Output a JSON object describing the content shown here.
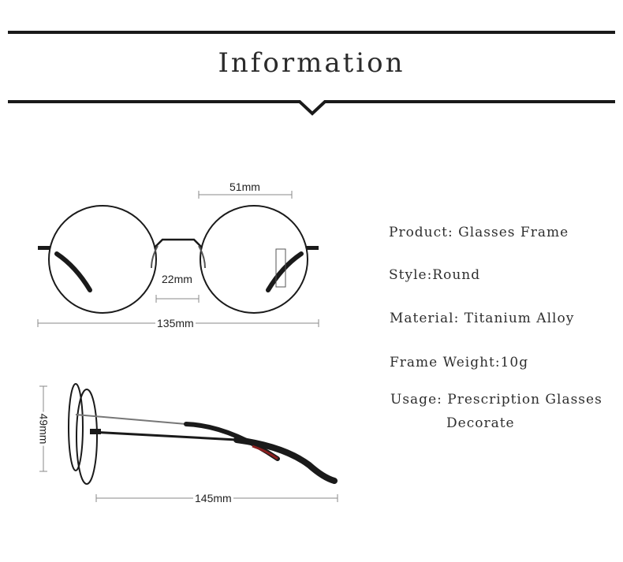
{
  "header": {
    "title": "Information"
  },
  "dimensions": {
    "lens_width": "51mm",
    "bridge": "22mm",
    "frame_width": "135mm",
    "lens_height": "49mm",
    "temple_length": "145mm"
  },
  "specs": {
    "product": "Product: Glasses Frame",
    "style": "Style:Round",
    "material": "Material: Titanium Alloy",
    "weight": "Frame Weight:10g",
    "usage_line1": "Usage: Prescription Glasses",
    "usage_line2": "Decorate"
  },
  "colors": {
    "frame": "#1a1a1a",
    "accent": "#8a1f1f",
    "line": "#1a1a1a"
  }
}
